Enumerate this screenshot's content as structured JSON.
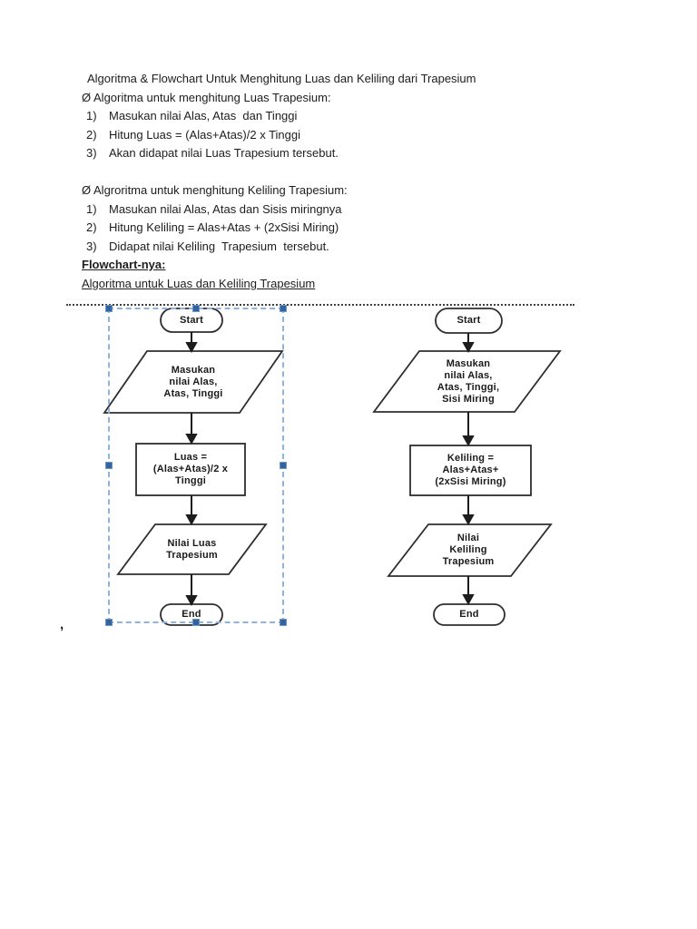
{
  "doc": {
    "title": "Algoritma & Flowchart Untuk Menghitung Luas dan Keliling dari Trapesium",
    "luas": {
      "heading": "Ø Algoritma untuk menghitung Luas Trapesium:",
      "items": [
        {
          "num": "1)",
          "text": "Masukan nilai Alas, Atas  dan Tinggi"
        },
        {
          "num": "2)",
          "text": "Hitung Luas = (Alas+Atas)/2 x Tinggi"
        },
        {
          "num": "3)",
          "text": "Akan didapat nilai Luas Trapesium tersebut."
        }
      ]
    },
    "keliling": {
      "heading": "Ø Algroritma untuk menghitung Keliling Trapesium:",
      "items": [
        {
          "num": "1)",
          "text": "Masukan nilai Alas, Atas dan Sisis miringnya"
        },
        {
          "num": "2)",
          "text": "Hitung Keliling = Alas+Atas + (2xSisi Miring)"
        },
        {
          "num": "3)",
          "text": "Didapat nilai Keliling  Trapesium  tersebut."
        }
      ]
    },
    "flowchart_heading": "Flowchart-nya:",
    "flowchart_subtitle": "Algoritma untuk Luas dan Keliling Trapesium",
    "stray_mark": ","
  },
  "flowcharts": {
    "luas": {
      "start": "Start",
      "input": "Masukan\nnilai Alas,\nAtas, Tinggi",
      "process": "Luas =\n(Alas+Atas)/2 x\nTinggi",
      "output": "Nilai Luas\nTrapesium",
      "end": "End"
    },
    "keliling": {
      "start": "Start",
      "input": "Masukan\nnilai Alas,\nAtas, Tinggi,\nSisi Miring",
      "process": "Keliling =\nAlas+Atas+\n(2xSisi Miring)",
      "output": "Nilai\nKeliling\nTrapesium",
      "end": "End"
    }
  },
  "colors": {
    "shape_stroke": "#2e2e2e",
    "selection_dash_blue": "#8db3e2",
    "selection_handle_blue": "#33639c",
    "separator_dot": "#3f3f3f"
  }
}
